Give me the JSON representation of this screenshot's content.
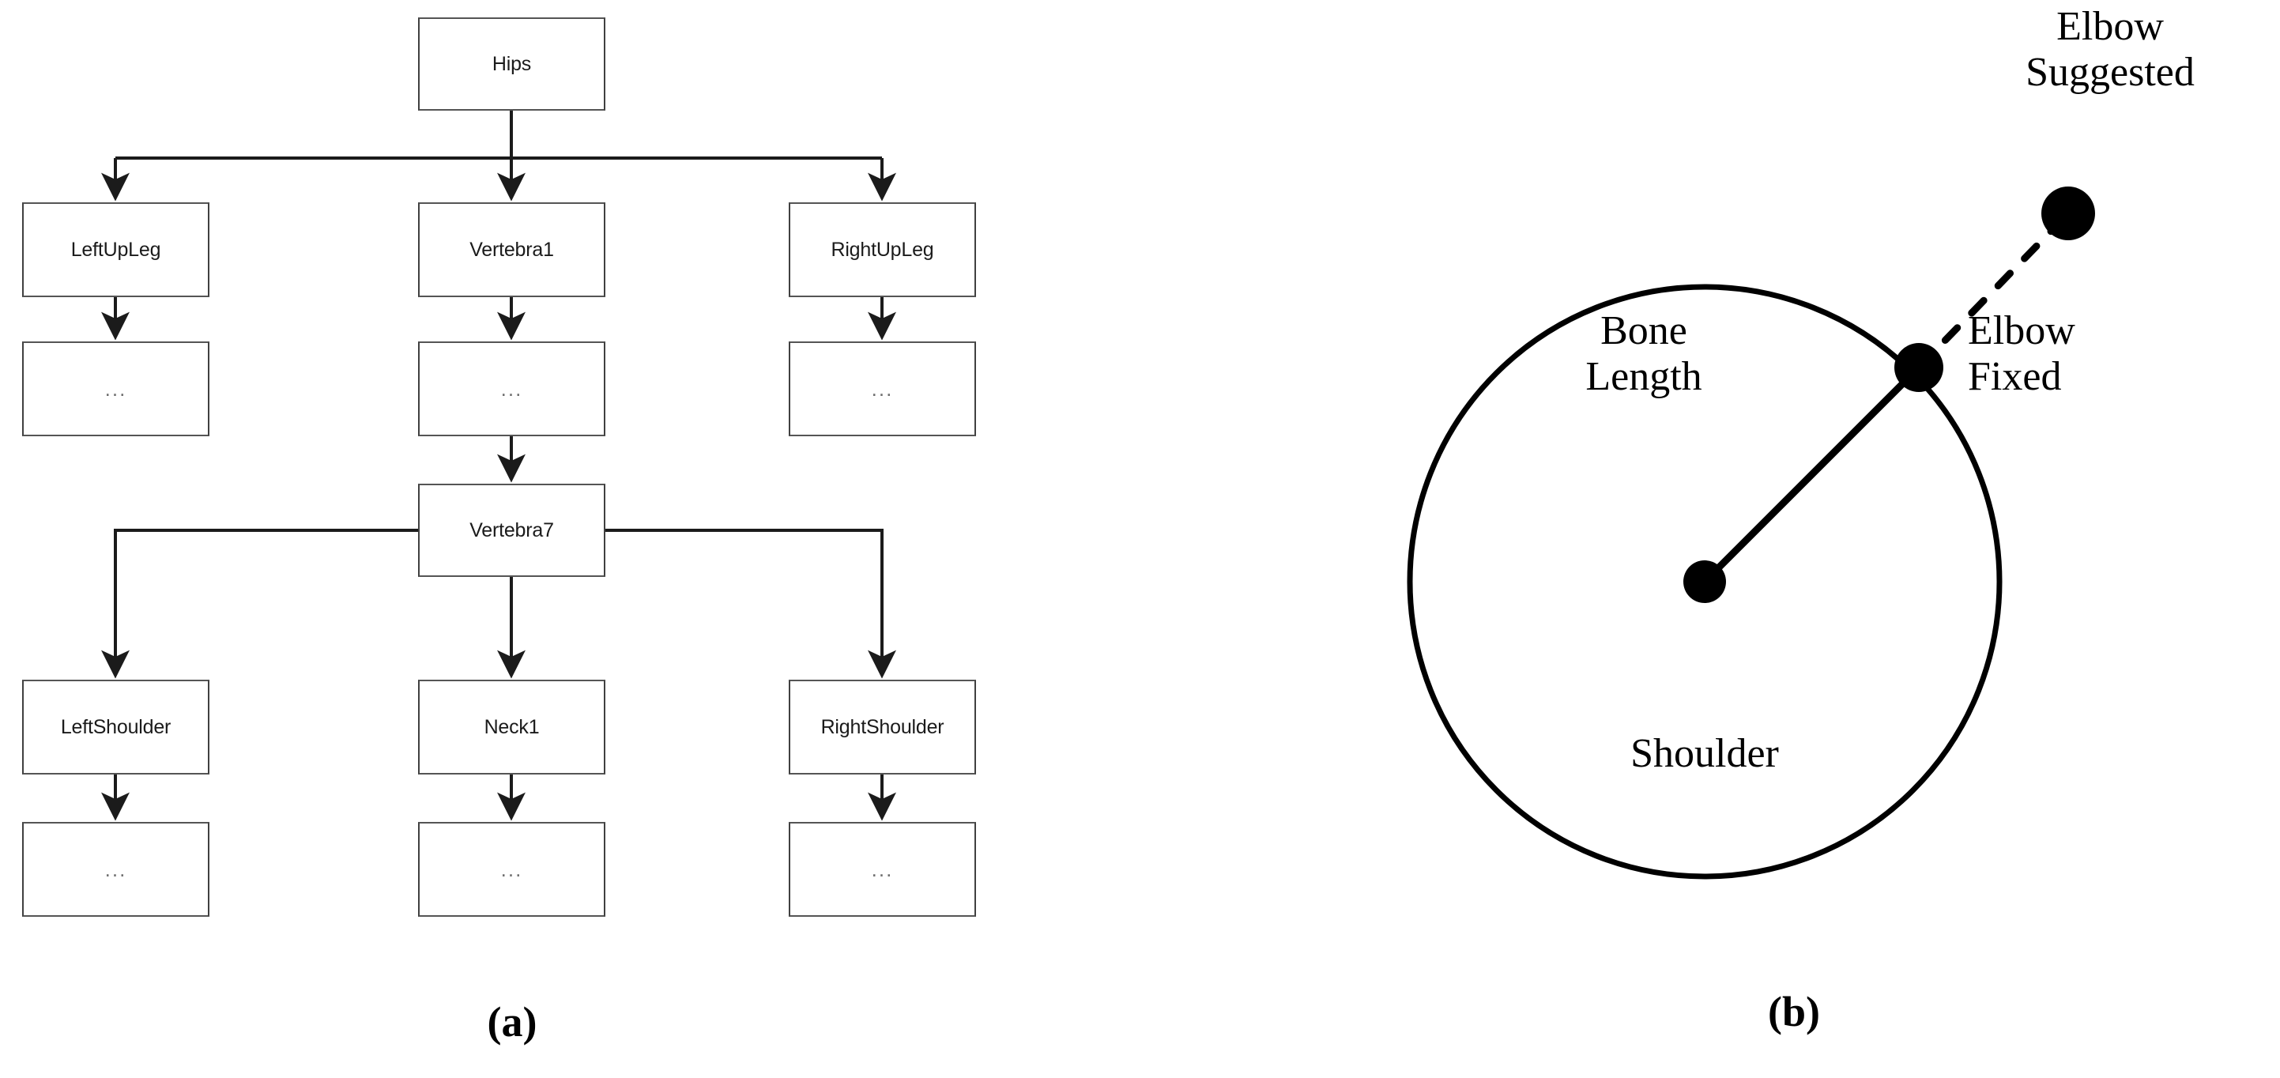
{
  "figure": {
    "panels": [
      {
        "id": "a",
        "caption": "(a)",
        "kind": "skeleton-hierarchy-flowchart",
        "nodes": [
          {
            "key": "hips",
            "label": "Hips",
            "col": "center",
            "row": 1
          },
          {
            "key": "leftupleg",
            "label": "LeftUpLeg",
            "col": "left",
            "row": 2
          },
          {
            "key": "vertebra1",
            "label": "Vertebra1",
            "col": "center",
            "row": 2
          },
          {
            "key": "rightupleg",
            "label": "RightUpLeg",
            "col": "right",
            "row": 2
          },
          {
            "key": "left-ellipsis-1",
            "label": "...",
            "col": "left",
            "row": 3
          },
          {
            "key": "center-ellipsis-1",
            "label": "...",
            "col": "center",
            "row": 3
          },
          {
            "key": "right-ellipsis-1",
            "label": "...",
            "col": "right",
            "row": 3
          },
          {
            "key": "vertebra7",
            "label": "Vertebra7",
            "col": "center",
            "row": 4
          },
          {
            "key": "leftshoulder",
            "label": "LeftShoulder",
            "col": "left",
            "row": 5
          },
          {
            "key": "neck1",
            "label": "Neck1",
            "col": "center",
            "row": 5
          },
          {
            "key": "rightshoulder",
            "label": "RightShoulder",
            "col": "right",
            "row": 5
          },
          {
            "key": "left-ellipsis-2",
            "label": "...",
            "col": "left",
            "row": 6
          },
          {
            "key": "center-ellipsis-2",
            "label": "...",
            "col": "center",
            "row": 6
          },
          {
            "key": "right-ellipsis-2",
            "label": "...",
            "col": "right",
            "row": 6
          }
        ],
        "edges": [
          {
            "from": "hips",
            "to": "leftupleg"
          },
          {
            "from": "hips",
            "to": "vertebra1"
          },
          {
            "from": "hips",
            "to": "rightupleg"
          },
          {
            "from": "leftupleg",
            "to": "left-ellipsis-1"
          },
          {
            "from": "vertebra1",
            "to": "center-ellipsis-1"
          },
          {
            "from": "rightupleg",
            "to": "right-ellipsis-1"
          },
          {
            "from": "center-ellipsis-1",
            "to": "vertebra7"
          },
          {
            "from": "vertebra7",
            "to": "leftshoulder"
          },
          {
            "from": "vertebra7",
            "to": "neck1"
          },
          {
            "from": "vertebra7",
            "to": "rightshoulder"
          },
          {
            "from": "leftshoulder",
            "to": "left-ellipsis-2"
          },
          {
            "from": "neck1",
            "to": "center-ellipsis-2"
          },
          {
            "from": "rightshoulder",
            "to": "right-ellipsis-2"
          }
        ],
        "colors": {
          "box_border": "#404040",
          "box_fill": "#ffffff",
          "edge": "#1b1b1b",
          "text": "#1b1b1b",
          "ellipsis_text": "#707070"
        }
      },
      {
        "id": "b",
        "caption": "(b)",
        "kind": "elbow-constraint-sphere",
        "labels": {
          "elbow_suggested": "Elbow\nSuggested",
          "elbow_fixed": "Elbow\nFixed",
          "bone_length": "Bone\nLength",
          "shoulder": "Shoulder"
        },
        "joints": [
          {
            "key": "shoulder-joint",
            "label": "Shoulder",
            "role": "sphere-center"
          },
          {
            "key": "elbow-fixed-joint",
            "label": "Elbow Fixed",
            "role": "on-sphere-surface"
          },
          {
            "key": "elbow-suggested-joint",
            "label": "Elbow Suggested",
            "role": "outside-sphere"
          }
        ],
        "segments": [
          {
            "key": "bone-length-segment",
            "from": "shoulder-joint",
            "to": "elbow-fixed-joint",
            "style": "solid",
            "label": "Bone Length"
          },
          {
            "key": "correction-segment",
            "from": "elbow-fixed-joint",
            "to": "elbow-suggested-joint",
            "style": "dashed",
            "label": ""
          }
        ],
        "colors": {
          "stroke": "#000000",
          "dot_fill": "#000000",
          "text": "#000000"
        }
      }
    ]
  }
}
